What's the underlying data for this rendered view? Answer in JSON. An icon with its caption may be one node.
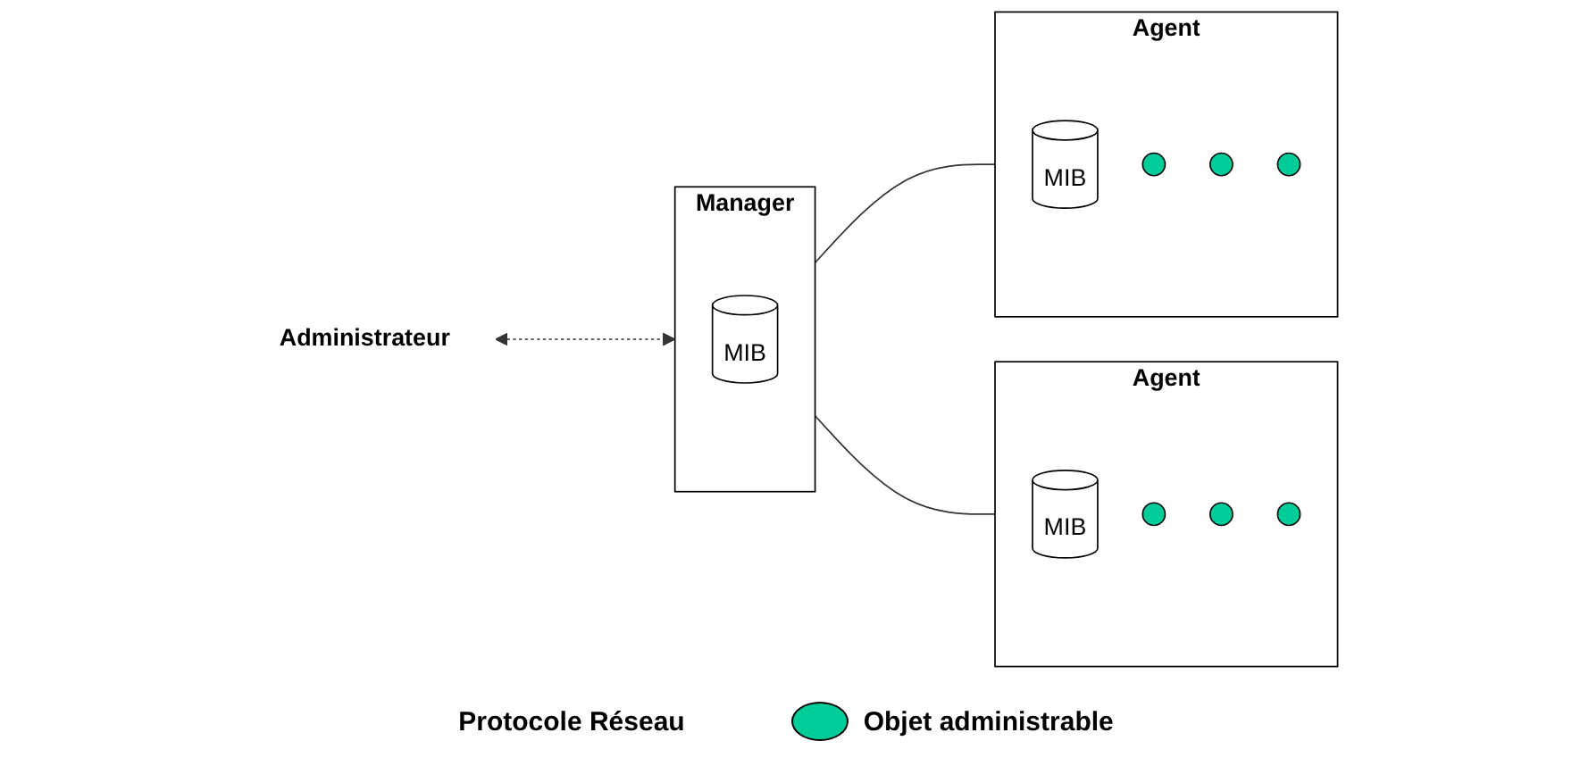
{
  "diagram": {
    "nodes": [
      {
        "text": [
          "Administrateur"
        ]
      },
      {
        "text": [
          "Manager"
        ]
      },
      {
        "text": [
          "MIB"
        ],
        "in": 1
      },
      {
        "text": [
          "Agent"
        ]
      },
      {
        "text": [
          "MIB"
        ],
        "in": 3
      },
      {
        "text": [],
        "shape": "circle",
        "in": 3
      },
      {
        "text": [],
        "shape": "circle",
        "in": 3
      },
      {
        "text": [],
        "shape": "circle",
        "in": 3
      },
      {
        "text": [
          "Agent"
        ]
      },
      {
        "text": [
          "MIB"
        ],
        "in": 8
      },
      {
        "text": [],
        "shape": "circle",
        "in": 8
      },
      {
        "text": [],
        "shape": "circle",
        "in": 8
      },
      {
        "text": [],
        "shape": "circle",
        "in": 8
      }
    ],
    "edges": [
      {
        "from": 0,
        "to": 1,
        "arrow": "both",
        "style": "dashed"
      },
      {
        "from": 1,
        "to": 3,
        "arrow": "none"
      },
      {
        "from": 1,
        "to": 8,
        "arrow": "none"
      }
    ],
    "labels": [
      "Protocole Réseau"
    ],
    "legend": [
      {
        "text": "Objet administrable",
        "color": "#00cc99"
      }
    ]
  }
}
